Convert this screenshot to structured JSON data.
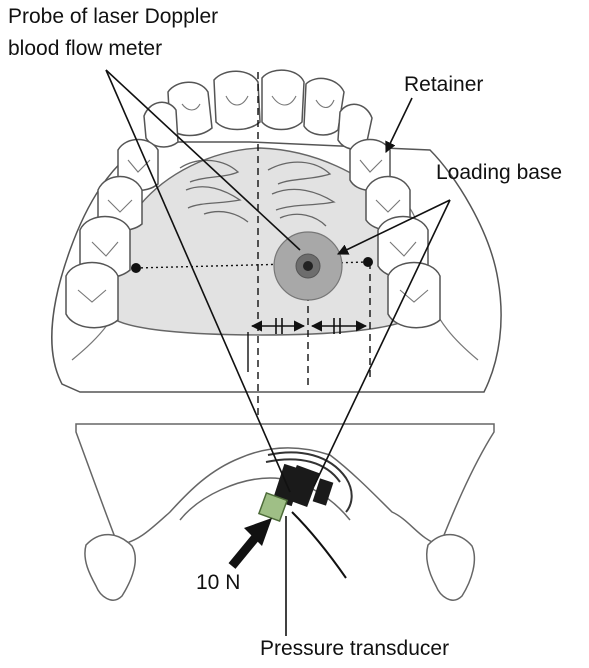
{
  "labels": {
    "probe_line1": "Probe of laser Doppler",
    "probe_line2": "blood flow meter",
    "retainer": "Retainer",
    "loading_base": "Loading base",
    "force": "10 N",
    "pressure_transducer": "Pressure transducer"
  },
  "colors": {
    "outline": "#555555",
    "retainer_fill": "#e2e2e2",
    "loading_base_fill": "#a8a8a8",
    "transducer_fill": "#9fbf86",
    "probe_fill": "#1a1a1a",
    "text": "#111111"
  }
}
